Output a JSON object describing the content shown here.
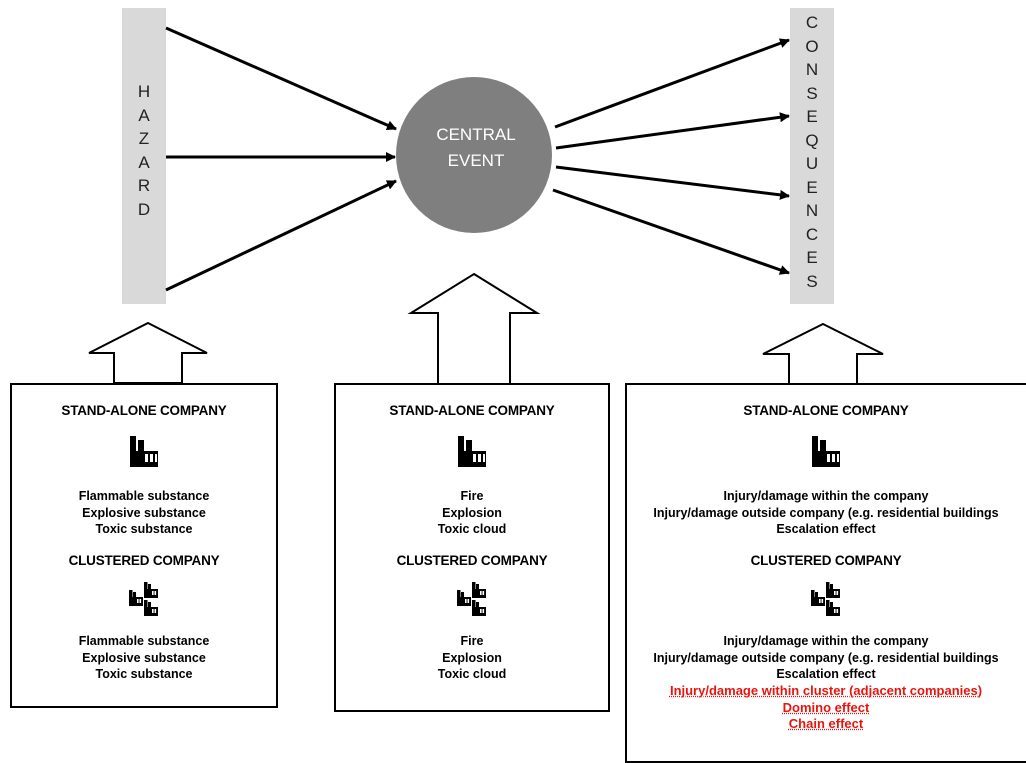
{
  "hazard": {
    "letters": [
      "H",
      "A",
      "Z",
      "A",
      "R",
      "D"
    ]
  },
  "central_event": {
    "line1": "CENTRAL",
    "line2": "EVENT"
  },
  "consequences": {
    "letters": [
      "C",
      "O",
      "N",
      "S",
      "E",
      "Q",
      "U",
      "E",
      "N",
      "C",
      "E",
      "S"
    ]
  },
  "colors": {
    "bar": "#d9d9d9",
    "circle": "#7f7f7f",
    "emphasis": "#e8150f"
  },
  "icons": {
    "standalone": "factory-icon",
    "clustered": "factory-cluster-icon"
  },
  "boxes": {
    "hazard": {
      "standalone_title": "STAND-ALONE COMPANY",
      "standalone_items": [
        "Flammable substance",
        "Explosive substance",
        "Toxic substance"
      ],
      "clustered_title": "CLUSTERED COMPANY",
      "clustered_items": [
        "Flammable substance",
        "Explosive substance",
        "Toxic substance"
      ]
    },
    "event": {
      "standalone_title": "STAND-ALONE COMPANY",
      "standalone_items": [
        "Fire",
        "Explosion",
        "Toxic cloud"
      ],
      "clustered_title": "CLUSTERED COMPANY",
      "clustered_items": [
        "Fire",
        "Explosion",
        "Toxic cloud"
      ]
    },
    "consequences": {
      "standalone_title": "STAND-ALONE COMPANY",
      "standalone_items": [
        "Injury/damage within the company",
        "Injury/damage outside company (e.g. residential buildings",
        "Escalation effect"
      ],
      "clustered_title": "CLUSTERED COMPANY",
      "clustered_items": [
        "Injury/damage within the company",
        "Injury/damage outside company (e.g. residential buildings",
        "Escalation effect"
      ],
      "clustered_extra_items": [
        "Injury/damage within cluster (adjacent companies)",
        "Domino effect",
        "Chain effect"
      ]
    }
  }
}
